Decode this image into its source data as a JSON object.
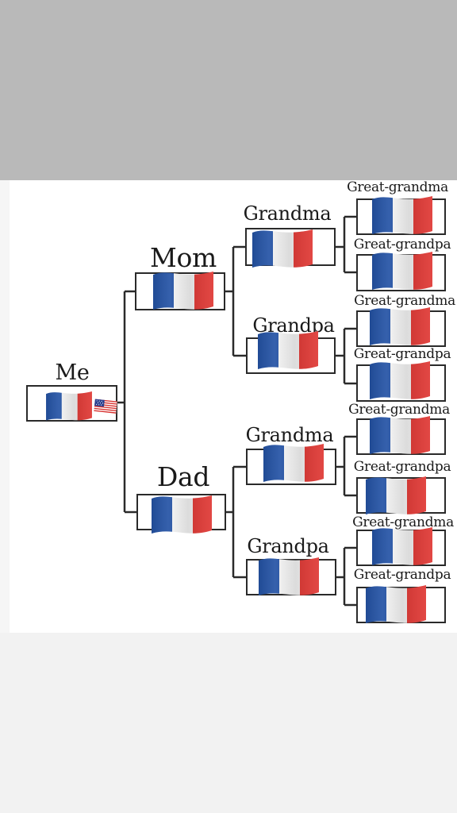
{
  "tree": {
    "me": {
      "label": "Me",
      "flag": "france-flag-icon",
      "badge": "usa-flag-icon"
    },
    "mom": {
      "label": "Mom",
      "flag": "france-flag-icon"
    },
    "dad": {
      "label": "Dad",
      "flag": "france-flag-icon"
    },
    "mom_grandma": {
      "label": "Grandma",
      "flag": "france-flag-icon"
    },
    "mom_grandpa": {
      "label": "Grandpa",
      "flag": "france-flag-icon"
    },
    "dad_grandma": {
      "label": "Grandma",
      "flag": "france-flag-icon"
    },
    "dad_grandpa": {
      "label": "Grandpa",
      "flag": "france-flag-icon"
    },
    "great": [
      {
        "label": "Great-grandma",
        "flag": "france-flag-icon"
      },
      {
        "label": "Great-grandpa",
        "flag": "france-flag-icon"
      },
      {
        "label": "Great-grandma",
        "flag": "france-flag-icon"
      },
      {
        "label": "Great-grandpa",
        "flag": "france-flag-icon"
      },
      {
        "label": "Great-grandma",
        "flag": "france-flag-icon"
      },
      {
        "label": "Great-grandpa",
        "flag": "france-flag-icon"
      },
      {
        "label": "Great-grandma",
        "flag": "france-flag-icon"
      },
      {
        "label": "Great-grandpa",
        "flag": "france-flag-icon"
      }
    ]
  },
  "colors": {
    "flag_blue": "#1f4fa3",
    "flag_white": "#f4f4f4",
    "flag_red": "#e23a36",
    "line": "#2a2a2a"
  }
}
